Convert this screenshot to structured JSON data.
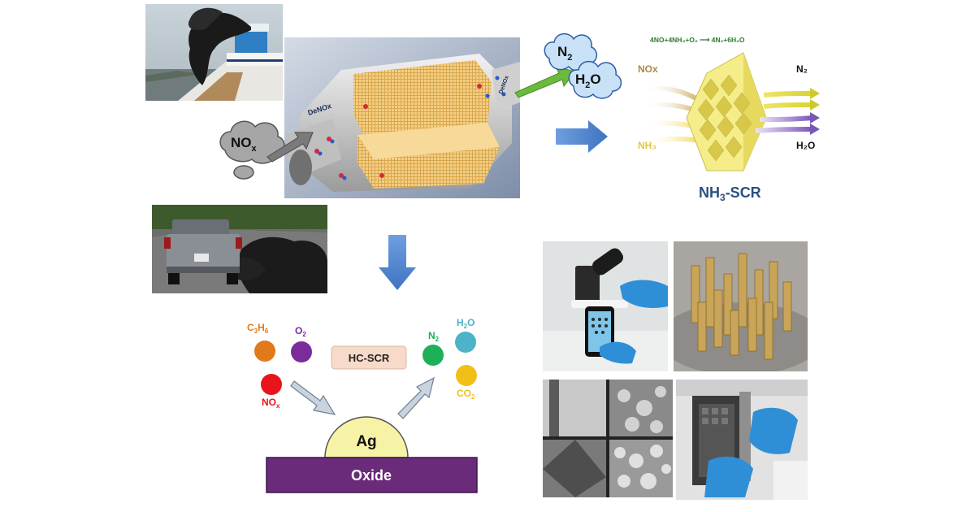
{
  "top_scheme": {
    "converter_labels": [
      "DeNOx",
      "DeNOx"
    ],
    "nox_cloud": {
      "main": "NO",
      "sub": "x"
    },
    "n2_cloud": {
      "main": "N",
      "sub": "2"
    },
    "h2o_cloud": {
      "pre": "H",
      "sub": "2",
      "post": "O"
    }
  },
  "nh3_scr": {
    "reaction": "4NO+4NH₃+O₂ ⟶ 4N₂+6H₂O",
    "inlet_labels": [
      "NOx",
      "NH₃"
    ],
    "outlet_labels": [
      "N₂",
      "H₂O"
    ],
    "title_pre": "NH",
    "title_sub": "3",
    "title_post": "-SCR"
  },
  "hc_scr": {
    "reactants": [
      {
        "main": "C",
        "sub1": "3",
        "mid": "H",
        "sub2": "6",
        "color": "#E2791B"
      },
      {
        "main": "O",
        "sub1": "2",
        "color": "#7B2C9A"
      },
      {
        "main": "NO",
        "sub1": "x",
        "color": "#E8141C"
      }
    ],
    "products": [
      {
        "main": "N",
        "sub1": "2",
        "color": "#1DB057"
      },
      {
        "main": "H",
        "sub1": "2",
        "post": "O",
        "color": "#4CB3C9"
      },
      {
        "main": "CO",
        "sub1": "2",
        "color": "#F2BF17"
      }
    ],
    "label": "HC-SCR",
    "catalyst": "Ag",
    "support": "Oxide"
  },
  "colors": {
    "arrow_blue": "#4D84CE",
    "support_purple": "#6A2B7A",
    "catalyst_yellow": "#F7F3A6",
    "hcscr_box": "#F7DAC9"
  }
}
